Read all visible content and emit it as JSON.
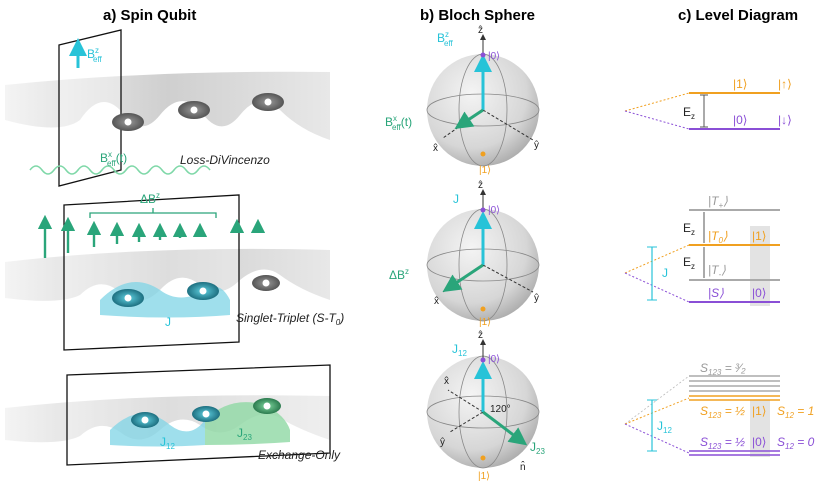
{
  "panels": {
    "a": {
      "title": "a)  Spin Qubit",
      "loss": {
        "field_label": "B",
        "field_sup": "z",
        "field_sub": "eff",
        "drive_label": "B",
        "drive_sup": "x",
        "drive_sub": "eff",
        "drive_arg": "(t)",
        "name": "Loss-DiVincenzo"
      },
      "st": {
        "field_label": "ΔB",
        "field_sup": "z",
        "exchange": "J",
        "name": "Singlet-Triplet (S-T",
        "name_sub": "0",
        "name_end": ")"
      },
      "eo": {
        "j12": "J",
        "j12_sub": "12",
        "j23": "J",
        "j23_sub": "23",
        "name": "Exchange-Only"
      }
    },
    "b": {
      "title": "b)  Bloch Sphere",
      "axes": {
        "z": "ẑ",
        "x": "x̂",
        "y": "ŷ",
        "n": "n̂"
      },
      "ket0": "|0⟩",
      "ket1": "|1⟩",
      "s1": {
        "field": "B",
        "field_sup": "z",
        "field_sub": "eff",
        "drive": "B",
        "drive_sup": "x",
        "drive_sub": "eff",
        "drive_arg": "(t)"
      },
      "s2": {
        "j": "J",
        "delta": "ΔB",
        "delta_sup": "z"
      },
      "s3": {
        "j12": "J",
        "j12_sub": "12",
        "j23": "J",
        "j23_sub": "23",
        "angle": "120°"
      }
    },
    "c": {
      "title": "c)  Level Diagram",
      "l1": {
        "ket1": "|1⟩",
        "up": "|↑⟩",
        "ket0": "|0⟩",
        "down": "|↓⟩",
        "ez": "E",
        "ez_sub": "z"
      },
      "l2": {
        "tp": "|T",
        "tp_sub": "+",
        "t0": "|T",
        "t0_sub": "0",
        "tm": "|T",
        "tm_sub": "-",
        "s": "|S⟩",
        "ket1": "|1⟩",
        "ket0": "|0⟩",
        "ez": "E",
        "ez_sub": "z",
        "j": "J"
      },
      "l3": {
        "s32": "S",
        "s32_sub": "123",
        "s32_val": " = ³⁄₂",
        "s12a": "S",
        "s12a_sub": "123",
        "s12a_val": " = ½",
        "s12b": "S",
        "s12b_sub": "123",
        "s12b_val": " = ½",
        "ket1": "|1⟩",
        "ket0": "|0⟩",
        "s12_1": "S",
        "s12_1_sub": "12",
        "s12_1_val": " = 1",
        "s12_0": "S",
        "s12_0_sub": "12",
        "s12_0_val": " = 0",
        "j": "J",
        "j_sub": "12"
      }
    }
  },
  "colors": {
    "cyan": "#27c3d8",
    "green": "#2aa57a",
    "orange": "#f0a020",
    "purple": "#8a4fd6",
    "gray": "#9a9a9a"
  }
}
